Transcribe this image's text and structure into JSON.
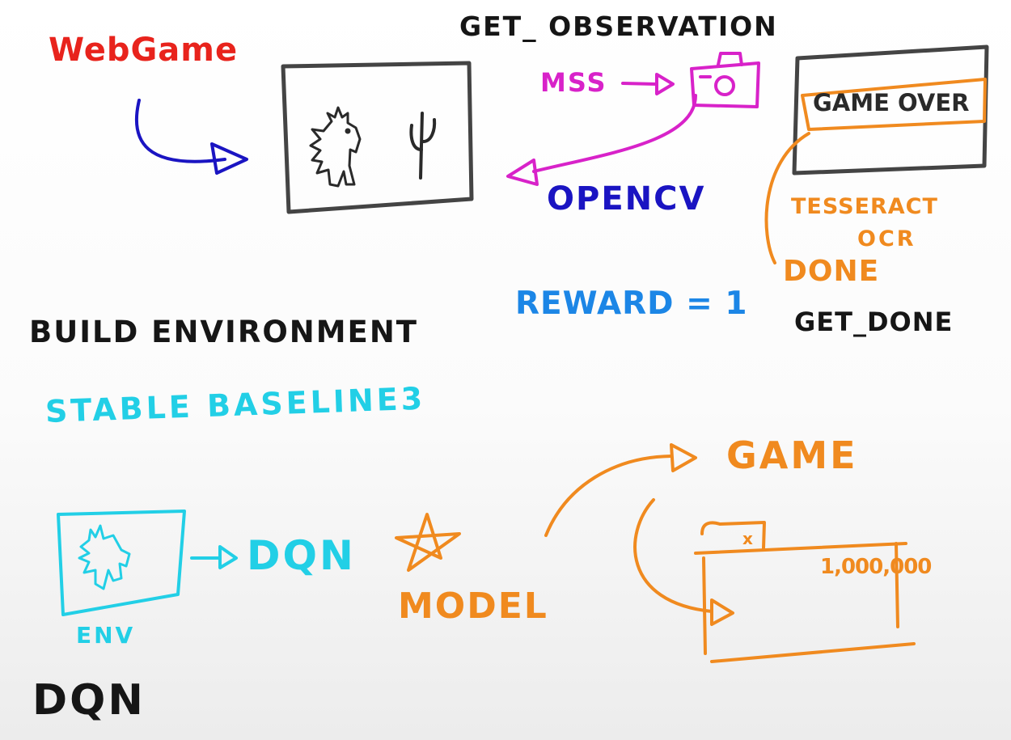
{
  "colors": {
    "red": "#e8231c",
    "black": "#161616",
    "gray": "#444444",
    "magenta": "#d822c9",
    "navy": "#1a14c2",
    "orange": "#f08a1f",
    "blue": "#1c86e6",
    "cyan": "#22cfe6"
  },
  "labels": {
    "web_game": "WebGame",
    "get_observation": "GET_ OBSERVATION",
    "mss": "MSS",
    "opencv": "OPENCV",
    "game_over": "GAME OVER",
    "tesseract": "TESSERACT",
    "ocr": "OCR",
    "done": "DONE",
    "reward": "REWARD = 1",
    "get_done": "GET_DONE",
    "build_environment": "BUILD ENVIRONMENT",
    "stable_baselines": "STABLE BASELINE3",
    "dqn_arrow": "DQN",
    "env": "ENV",
    "model": "MODEL",
    "game": "GAME",
    "million": "1,000,000",
    "x_mark": "x",
    "dqn_title": "DQN"
  },
  "icons": [
    "camera-icon",
    "dinosaur-icon",
    "cactus-icon",
    "star-icon",
    "window-icon"
  ]
}
